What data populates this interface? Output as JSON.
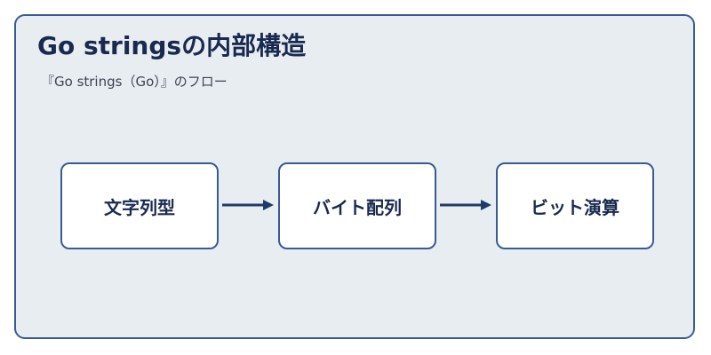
{
  "title": "Go stringsの内部構造",
  "subtitle": "『Go strings（Go）』のフロー",
  "nodes": [
    {
      "label": "文字列型"
    },
    {
      "label": "バイト配列"
    },
    {
      "label": "ビット演算"
    }
  ],
  "colors": {
    "background": "#e8edf2",
    "border": "#3a5a94",
    "arrow": "#1f3a6b",
    "text": "#1a2a4f"
  }
}
